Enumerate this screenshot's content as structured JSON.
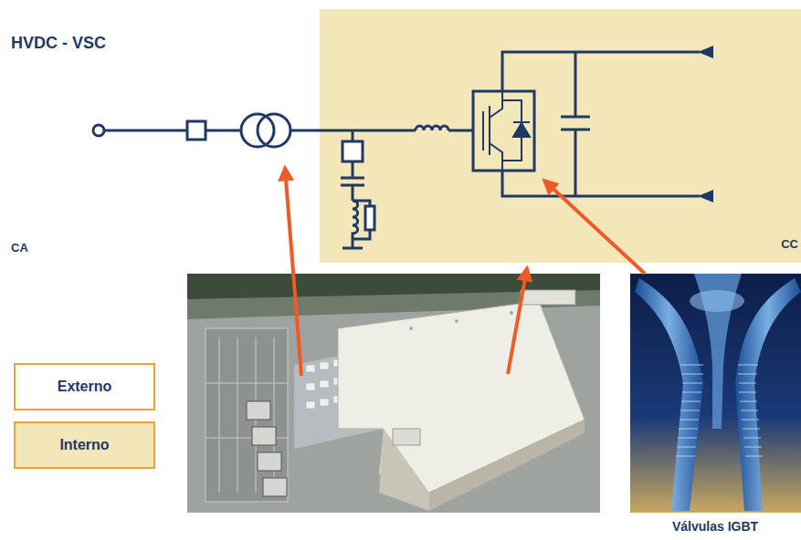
{
  "diagram": {
    "title": "HVDC - VSC",
    "labels": [
      "CA",
      "CC",
      "Válvulas IGBT"
    ],
    "legend": [
      {
        "text": "Externo",
        "color": "#ffffff"
      },
      {
        "text": "Interno",
        "color": "#f3e6b8"
      }
    ]
  }
}
